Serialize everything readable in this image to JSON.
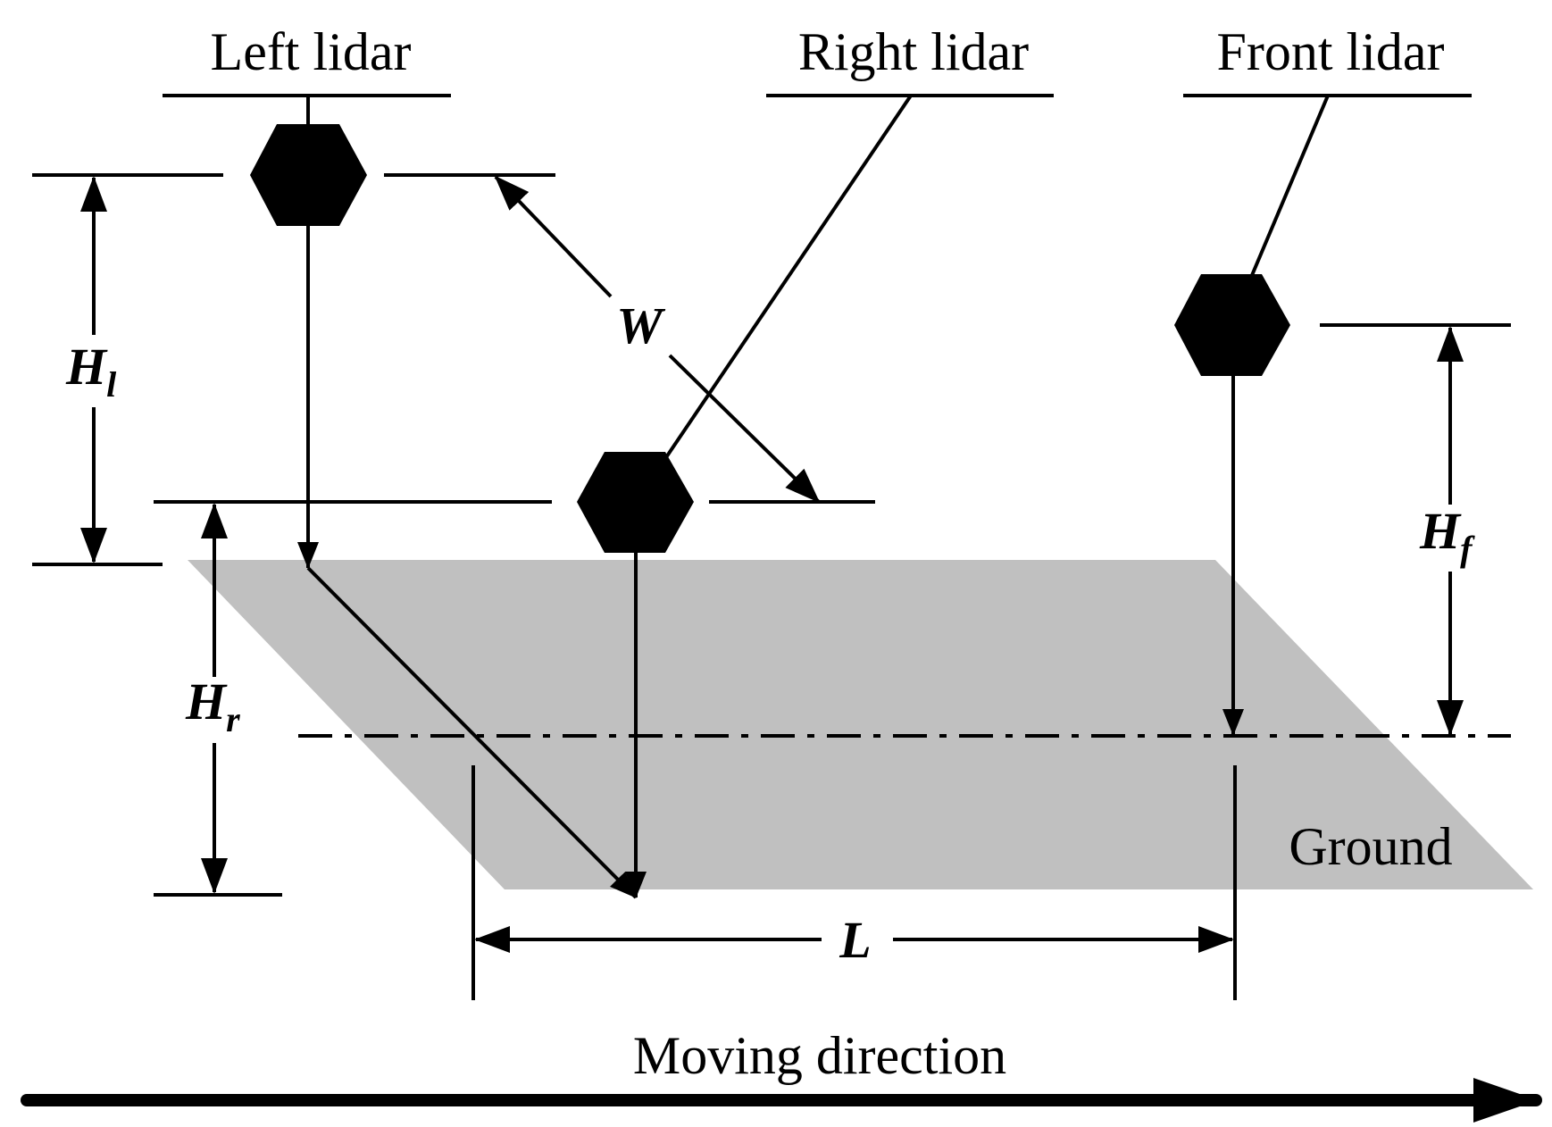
{
  "labels": {
    "left_lidar": "Left lidar",
    "right_lidar": "Right lidar",
    "front_lidar": "Front lidar",
    "ground": "Ground",
    "moving_direction": "Moving direction",
    "W": "W",
    "L": "L",
    "H_l": {
      "main": "H",
      "sub": "l"
    },
    "H_r": {
      "main": "H",
      "sub": "r"
    },
    "H_f": {
      "main": "H",
      "sub": "f"
    }
  },
  "colors": {
    "ground": "#c0c0c0",
    "ink": "#000000"
  }
}
